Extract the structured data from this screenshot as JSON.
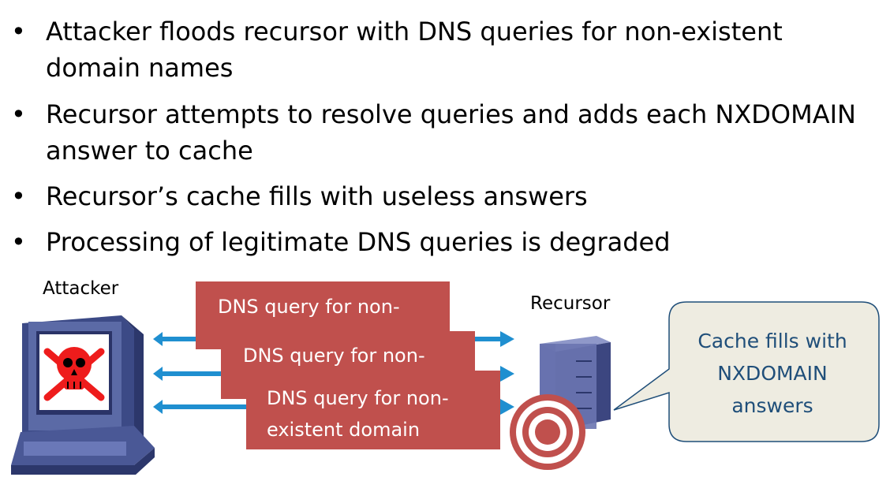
{
  "bullets": [
    {
      "symbol": "•",
      "lines": [
        "Attacker floods recursor with DNS queries for non-existent",
        "domain names"
      ]
    },
    {
      "symbol": "•",
      "lines": [
        "Recursor attempts to resolve queries and adds each NXDOMAIN",
        "answer to cache"
      ]
    },
    {
      "symbol": "•",
      "lines": [
        "Recursor’s cache fills with useless answers"
      ]
    },
    {
      "symbol": "•",
      "lines": [
        "Processing of legitimate DNS queries is degraded"
      ]
    }
  ],
  "diagram": {
    "attacker_label": "Attacker",
    "recursor_label": "Recursor",
    "query_cards": [
      {
        "text": "DNS query for non-"
      },
      {
        "text": "DNS query for non-"
      },
      {
        "lines": [
          "DNS query for non-",
          "existent domain"
        ]
      }
    ],
    "callout": {
      "lines": [
        "Cache fills with",
        "NXDOMAIN",
        "answers"
      ]
    },
    "icons": [
      "computer-icon",
      "skull-crossbones-icon",
      "server-icon",
      "target-icon"
    ],
    "colors": {
      "card": "#c0504d",
      "arrow": "#1f8fd0",
      "callout_bg": "#eeece1",
      "callout_border": "#1f4e79",
      "callout_text": "#1f4e79",
      "computer": "#5b6aa6",
      "server": "#6a74b0",
      "target": "#c0504d",
      "skull": "#ee1c1c"
    }
  }
}
